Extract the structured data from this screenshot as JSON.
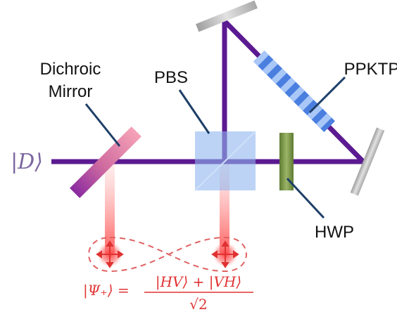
{
  "labels": {
    "dichroic_line1": "Dichroic",
    "dichroic_line2": "Mirror",
    "pbs": "PBS",
    "ppktp": "PPKTP",
    "hwp": "HWP",
    "input_state": "|D⟩"
  },
  "formula": {
    "lhs": "|Ψ₊⟩ =",
    "numerator": "|HV⟩ + |VH⟩",
    "denominator": "√2"
  },
  "colors": {
    "beam": "#5b1a91",
    "pump_beam": "#ff6b6b",
    "formula": "#e03232",
    "ket": "#7b67a0",
    "mirror": "#c0c0c0",
    "hwp": "#6e8c3e",
    "ppktp": "#7aa5f0",
    "pbs": "#8fb5ef",
    "dichroic_top": "#f0a0b5",
    "dichroic_bottom": "#8a2aa0",
    "pointer": "#1e3f67"
  }
}
